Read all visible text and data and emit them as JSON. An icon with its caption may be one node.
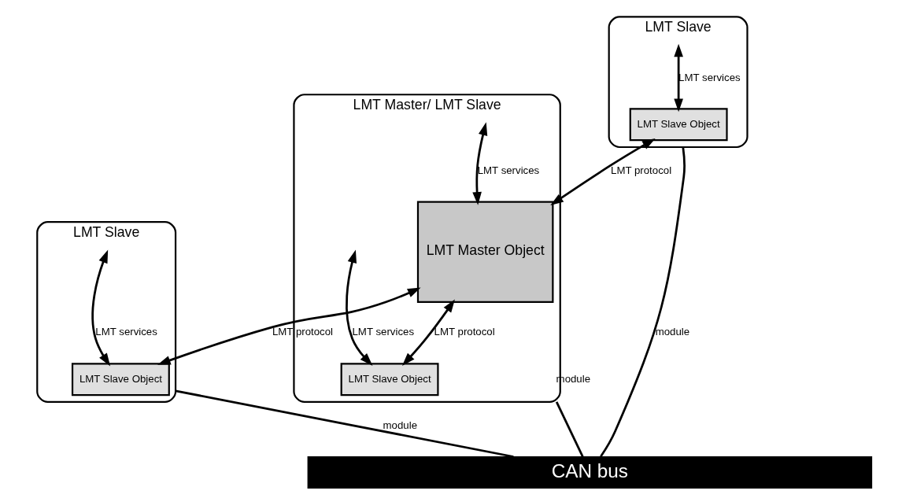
{
  "diagram": {
    "nodes": [
      {
        "text": [
          "LMT Slave"
        ]
      },
      {
        "text": [
          "LMT Slave Object"
        ],
        "in": 0
      },
      {
        "text": [
          "LMT Master/ LMT Slave"
        ]
      },
      {
        "text": [
          "LMT Master Object"
        ],
        "in": 2
      },
      {
        "text": [
          "LMT Slave Object"
        ],
        "in": 2
      },
      {
        "text": [
          "CAN bus"
        ]
      },
      {
        "text": [
          "LMT Slave"
        ]
      },
      {
        "text": [
          "LMT Slave Object"
        ],
        "in": 6
      }
    ],
    "edges": [
      {
        "from": null,
        "to": 1,
        "arrow": "both",
        "label": "LMT services"
      },
      {
        "from": null,
        "to": 3,
        "arrow": "both",
        "label": "LMT services"
      },
      {
        "from": null,
        "to": 4,
        "arrow": "both",
        "label": "LMT services"
      },
      {
        "from": 1,
        "to": 3,
        "arrow": "both",
        "label": "LMT protocol"
      },
      {
        "from": 3,
        "to": 4,
        "arrow": "both",
        "label": "LMT protocol"
      },
      {
        "from": 0,
        "to": 5,
        "arrow": "none",
        "label": "module"
      },
      {
        "from": 2,
        "to": 5,
        "arrow": "none",
        "label": "module"
      },
      {
        "from": 6,
        "to": 5,
        "arrow": "none",
        "label": "module"
      },
      {
        "from": 3,
        "to": 7,
        "arrow": "both",
        "label": "LMT protocol"
      },
      {
        "from": null,
        "to": 7,
        "arrow": "both",
        "label": "LMT services"
      }
    ]
  }
}
